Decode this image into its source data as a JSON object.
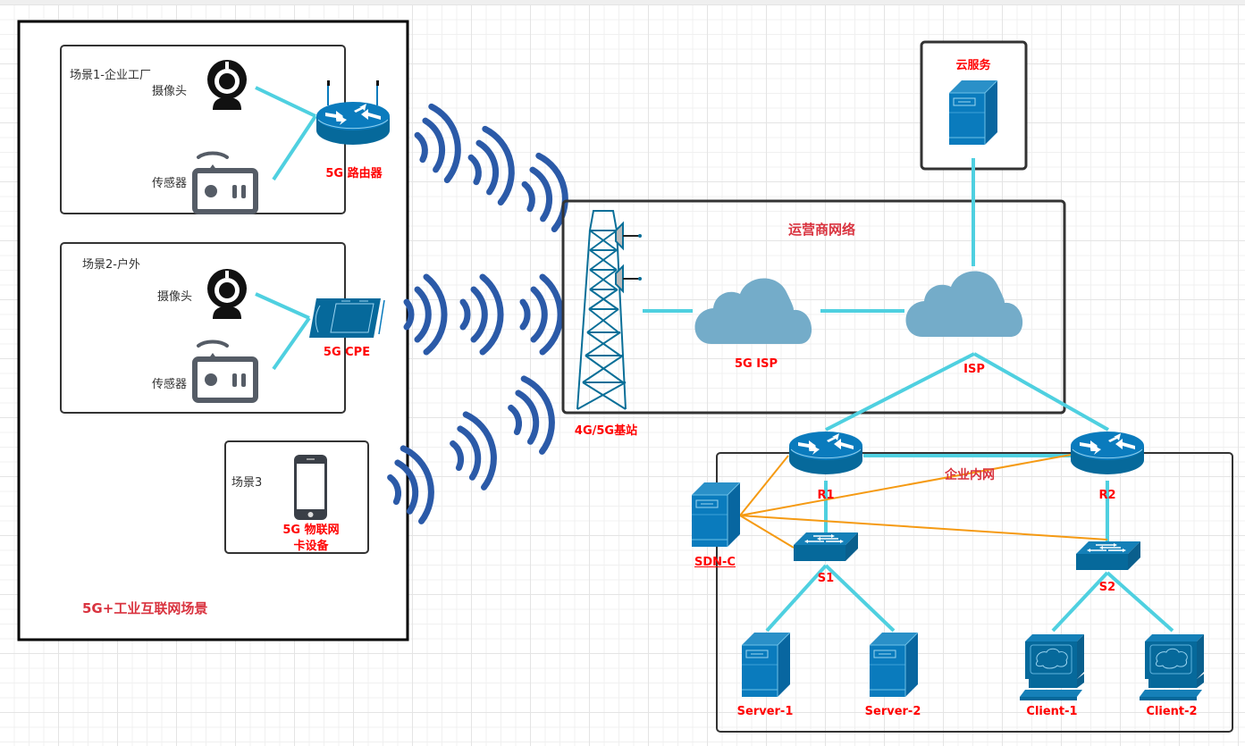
{
  "diagram": {
    "title": "5G+工业互联网场景",
    "scenes": [
      {
        "id": "scene1",
        "label": "场景1-企业工厂",
        "devices": [
          "摄像头",
          "传感器"
        ],
        "gateway": "5G 路由器"
      },
      {
        "id": "scene2",
        "label": "场景2-户外",
        "devices": [
          "摄像头",
          "传感器"
        ],
        "gateway": "5G CPE"
      },
      {
        "id": "scene3",
        "label": "场景3",
        "gateway_line1": "5G 物联网",
        "gateway_line2": "卡设备"
      }
    ],
    "carrier": {
      "label": "运营商网络",
      "base_station": "4G/5G基站",
      "isp5g": "5G ISP",
      "isp": "ISP"
    },
    "cloud": {
      "label": "云服务"
    },
    "enterprise": {
      "label": "企业内网",
      "routers": [
        "R1",
        "R2"
      ],
      "switches": [
        "S1",
        "S2"
      ],
      "controller": "SDN-C",
      "servers": [
        "Server-1",
        "Server-2"
      ],
      "clients": [
        "Client-1",
        "Client-2"
      ]
    },
    "colors": {
      "link": "#4fd0e0",
      "sdn_link": "#f59a13",
      "wave": "#2b5aa8",
      "device_blue": "#0a7bbd",
      "device_dark": "#06699b",
      "cloud": "#74acc9",
      "label_red": "#ff0000",
      "title_red": "#d9333f",
      "gray_icon": "#555c66"
    }
  }
}
